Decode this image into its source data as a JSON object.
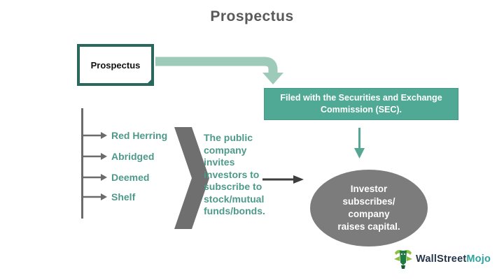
{
  "title": "Prospectus",
  "source_box": {
    "label": "Prospectus"
  },
  "filing_box": {
    "text": "Filed with the Securities and Exchange\nCommission (SEC)."
  },
  "types": {
    "items": [
      {
        "label": "Red Herring"
      },
      {
        "label": "Abridged"
      },
      {
        "label": "Deemed"
      },
      {
        "label": "Shelf"
      }
    ]
  },
  "process": {
    "text": "The public\ncompany\ninvites\ninvestors to\nsubscribe to\nstock/mutual\nfunds/bonds."
  },
  "outcome": {
    "text": "Investor\nsubscribes/\ncompany\nraises capital."
  },
  "logo": {
    "brand_primary": "WallStreet",
    "brand_accent": "Mojo"
  },
  "colors": {
    "teal_accent": "#4FA995",
    "teal_text": "#4E9A8A",
    "teal_dark_border": "#2A675C",
    "light_teal_arrow": "#9ECAB9",
    "down_arrow_teal": "#55A692",
    "gray_shape": "#6F6F6F",
    "gray_ellipse": "#7C7C7C",
    "gray_line": "#6B6B6B",
    "dark_arrow": "#3E3E3E",
    "title_gray": "#595959",
    "logo_navy": "#25364A",
    "logo_teal": "#2BA39F"
  }
}
